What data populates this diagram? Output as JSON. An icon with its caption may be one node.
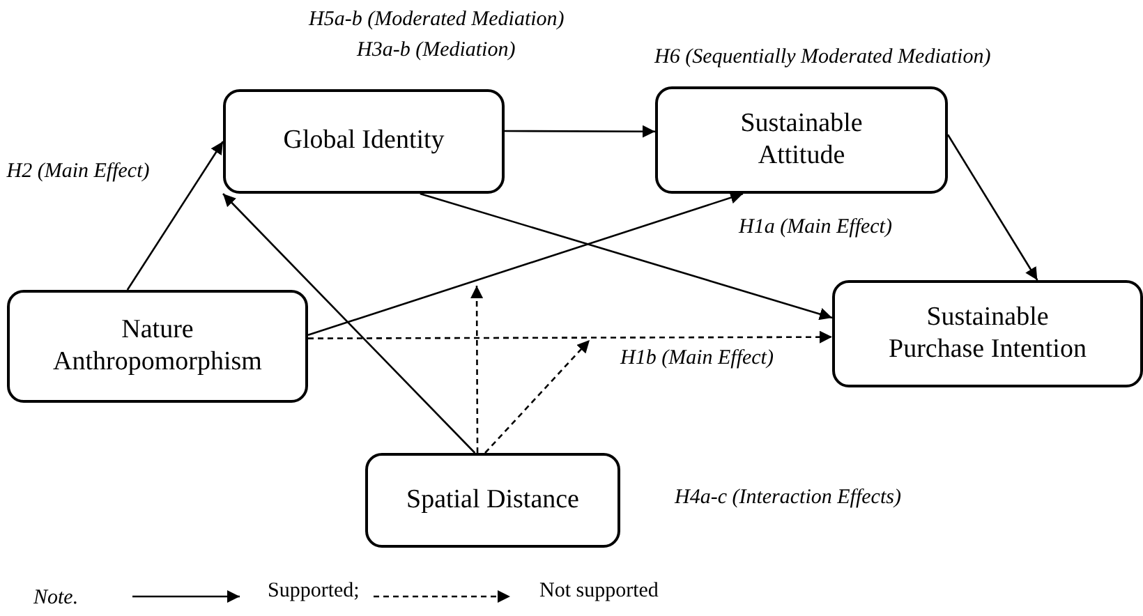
{
  "diagram": {
    "nodes": [
      {
        "text": [
          "Global Identity"
        ]
      },
      {
        "text": [
          "Sustainable Attitude"
        ]
      },
      {
        "text": [
          "Nature Anthropomorphism"
        ]
      },
      {
        "text": [
          "Sustainable Purchase Intention"
        ]
      },
      {
        "text": [
          "Spatial Distance"
        ]
      }
    ],
    "edges": [
      {
        "from": 2,
        "to": 0,
        "arrow": "to"
      },
      {
        "from": 0,
        "to": 1,
        "arrow": "to"
      },
      {
        "from": 1,
        "to": 3,
        "arrow": "to"
      },
      {
        "from": 0,
        "to": 3,
        "arrow": "to"
      },
      {
        "from": 2,
        "to": 1,
        "arrow": "to"
      },
      {
        "from": 2,
        "to": 3,
        "arrow": "to",
        "style": "dashed"
      },
      {
        "from": 4,
        "to": 0,
        "arrow": "to"
      },
      {
        "from": 4,
        "to": null,
        "arrow": "to",
        "style": "dashed"
      },
      {
        "from": 4,
        "to": null,
        "arrow": "to",
        "style": "dashed"
      }
    ],
    "labels": [
      "H5a-b (Moderated Mediation)",
      "H3a-b (Mediation)",
      "H6 (Sequentially Moderated Mediation)",
      "H2 (Main Effect)",
      "H1a (Main Effect)",
      "H1b (Main Effect)",
      "H4a-c (Interaction Effects)",
      "Note."
    ],
    "legend": [
      {
        "text": "Supported;"
      },
      {
        "text": "Not supported"
      }
    ]
  }
}
